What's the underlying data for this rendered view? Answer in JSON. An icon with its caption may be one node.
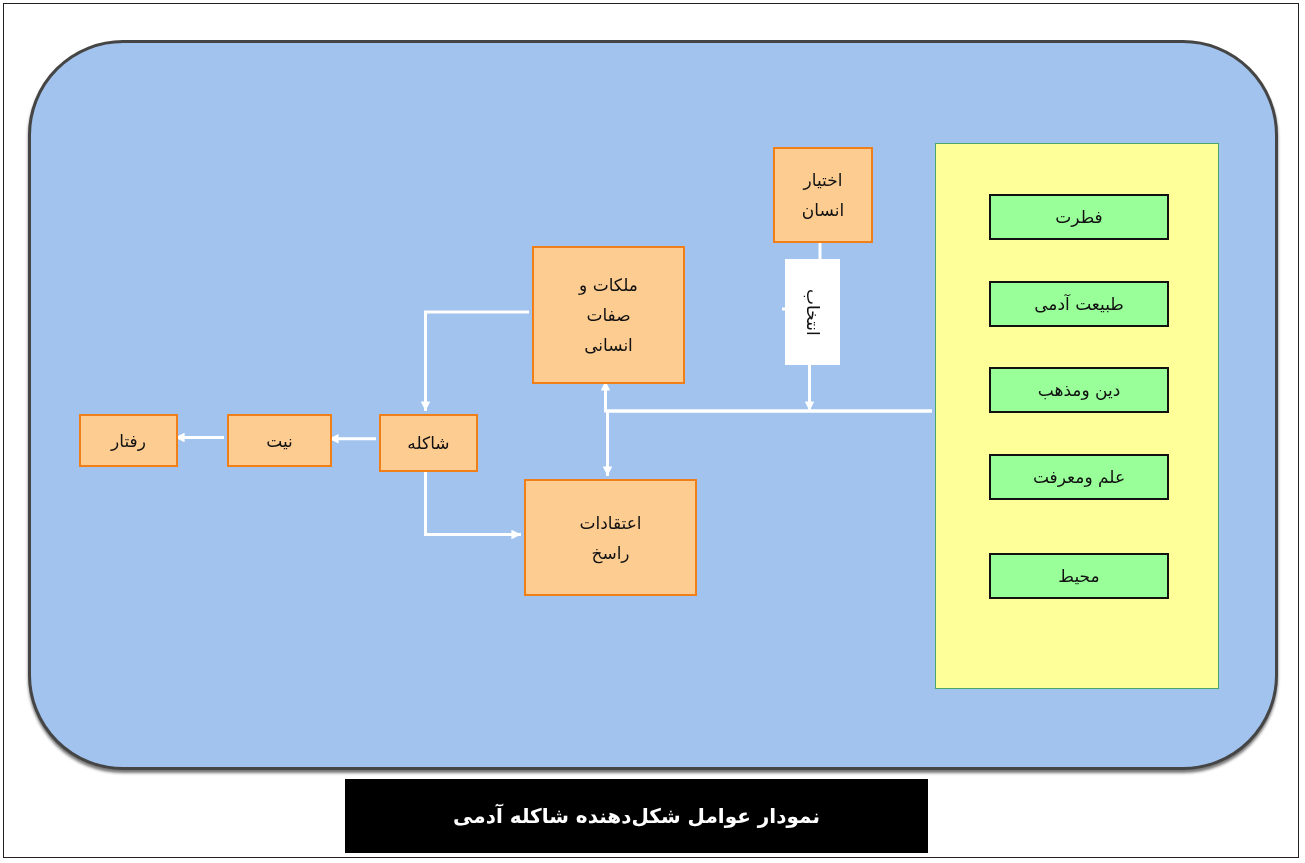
{
  "diagram": {
    "caption": "نمودار عوامل شکل‌دهنده شاکله آدمی",
    "nodes": [
      {
        "text": [],
        "shape": "box"
      },
      {
        "text": [],
        "shape": "box",
        "in": 0
      },
      {
        "text": [
          "فطرت"
        ],
        "in": 1
      },
      {
        "text": [
          "طبیعت آدمی"
        ],
        "in": 1
      },
      {
        "text": [
          "دین ومذهب"
        ],
        "in": 1
      },
      {
        "text": [
          "علم ومعرفت"
        ],
        "in": 1
      },
      {
        "text": [
          "محیط"
        ],
        "in": 1
      },
      {
        "text": [
          "اختیار انسان"
        ],
        "in": 0
      },
      {
        "text": [
          "انتخاب"
        ],
        "in": 0
      },
      {
        "text": [
          "ملکات و صفات انسانی"
        ],
        "in": 0
      },
      {
        "text": [
          "شاکله"
        ],
        "in": 0
      },
      {
        "text": [
          "نیت"
        ],
        "in": 0
      },
      {
        "text": [
          "رفتار"
        ],
        "in": 0
      },
      {
        "text": [
          "اعتقادات راسخ"
        ],
        "in": 0
      }
    ],
    "edges": [
      {
        "from": 1,
        "to": 9,
        "arrow": "to"
      },
      {
        "from": 1,
        "to": 13,
        "arrow": "to"
      },
      {
        "from": 7,
        "to": 8,
        "arrow": "none"
      },
      {
        "from": 8,
        "to": null,
        "arrow": "to"
      },
      {
        "from": 9,
        "to": 10,
        "arrow": "to"
      },
      {
        "from": 10,
        "to": 13,
        "arrow": "to"
      },
      {
        "from": 10,
        "to": 11,
        "arrow": "to"
      },
      {
        "from": 11,
        "to": 12,
        "arrow": "to"
      }
    ]
  }
}
